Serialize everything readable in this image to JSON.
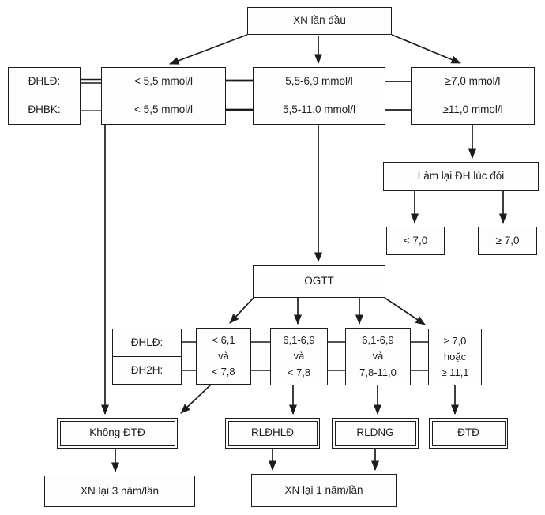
{
  "flow": {
    "start": {
      "label": "XN lần đầu"
    },
    "first_test": {
      "row_labels": [
        "ĐHLĐ:",
        "ĐHBK:"
      ],
      "low": [
        "< 5,5 mmol/l",
        "< 5,5 mmol/l"
      ],
      "mid": [
        "5,5-6,9 mmol/l",
        "5,5-11.0 mmol/l"
      ],
      "high": [
        "≥7,0 mmol/l",
        "≥11,0 mmol/l"
      ]
    },
    "repeat_fasting": {
      "label": "Làm lại ĐH lúc đói",
      "low": "< 7,0",
      "high": "≥ 7,0"
    },
    "ogtt": {
      "label": "OGTT",
      "row_labels": [
        "ĐHLĐ:",
        "ĐH2H:"
      ],
      "results": [
        {
          "lines": [
            "< 6,1",
            "và",
            "< 7,8"
          ]
        },
        {
          "lines": [
            "6,1-6,9",
            "và",
            "< 7,8"
          ]
        },
        {
          "lines": [
            "6,1-6,9",
            "và",
            "7,8-11,0"
          ]
        },
        {
          "lines": [
            "≥ 7,0",
            "hoặc",
            "≥ 11,1"
          ]
        }
      ]
    },
    "outcomes": {
      "no_diabetes": "Không ĐTĐ",
      "impaired_fasting": "RLĐHLĐ",
      "impaired_tolerance": "RLDNG",
      "diabetes": "ĐTĐ"
    },
    "followups": {
      "every_3_years": "XN lại 3 năm/lần",
      "every_year": "XN lại 1 năm/lần"
    },
    "colors": {
      "line": "#1c1c1c",
      "box_bg": "#fdfdfd"
    }
  }
}
